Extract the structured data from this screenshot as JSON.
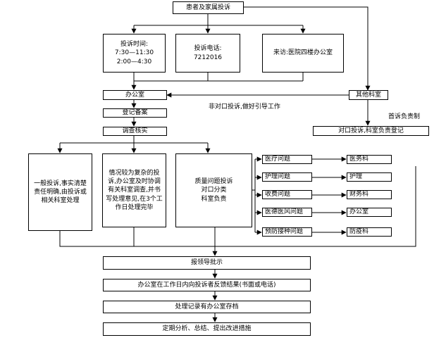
{
  "nodes": {
    "patient_complaint": "患者及家属投诉",
    "time": "投诉时间:\n7:30—11:30\n2:00—4:30",
    "phone": "投诉电话:\n7212016",
    "visit": "来访:医院四楼办公室",
    "office": "办公室",
    "other_dept": "其他科室",
    "register": "登记备案",
    "investigate": "调查核实",
    "dept_register": "对口投诉,科室负责登记",
    "general": "一般投诉,事实清楚责任明确,由投诉或相关科室处理",
    "complex": "情况较为复杂的投诉,办公室及时协调有关科室调查,并书写处理意见,在3个工作日处理完毕",
    "quality": "质量问题投诉\n对口分类\n科室负责",
    "q_medical": "医疗问题",
    "q_nursing": "护理问题",
    "q_fees": "收费问题",
    "q_ethics": "医德医风问题",
    "q_vaccine": "预防接种问题",
    "d_medical": "医务科",
    "d_nursing": "护理",
    "d_finance": "财务科",
    "d_office": "办公室",
    "d_epidemic": "防疫科",
    "leader": "报领导批示",
    "feedback": "办公室在工作日内向投诉者反馈结果(书面或电话)",
    "archive": "处理记录有办公室存档",
    "review": "定期分析、总结、提出改进措施"
  },
  "labels": {
    "non_dept": "非对口投诉,做好引导工作",
    "first_resp": "首诉负责制"
  },
  "colors": {
    "line": "#000000",
    "background": "#ffffff"
  }
}
